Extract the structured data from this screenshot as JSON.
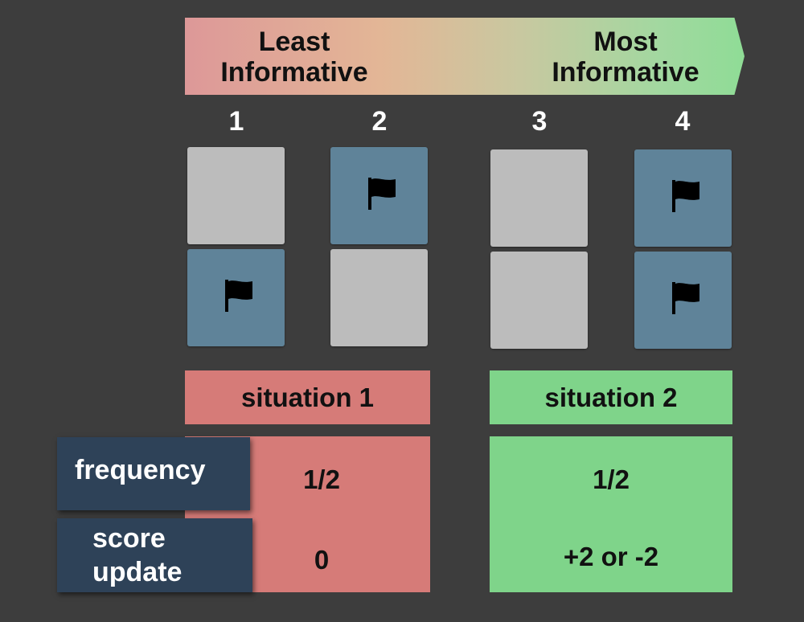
{
  "banner": {
    "left_label": "Least\nInformative",
    "right_label": "Most\nInformative"
  },
  "columns": [
    {
      "number": "1",
      "tiles": [
        "empty",
        "flag"
      ]
    },
    {
      "number": "2",
      "tiles": [
        "flag",
        "empty"
      ]
    },
    {
      "number": "3",
      "tiles": [
        "empty",
        "empty"
      ]
    },
    {
      "number": "4",
      "tiles": [
        "flag",
        "flag"
      ]
    }
  ],
  "situations": [
    {
      "title": "situation 1",
      "frequency": "1/2",
      "score_update": "0",
      "color": "#d67b78"
    },
    {
      "title": "situation 2",
      "frequency": "1/2",
      "score_update": "+2 or -2",
      "color": "#7fd48a"
    }
  ],
  "rows": {
    "frequency_label": "frequency",
    "score_update_label": "score\nupdate"
  },
  "colors": {
    "background": "#3d3d3d",
    "tile_empty": "#bcbcbc",
    "tile_flag": "#5f8399",
    "label_bg": "#2e4258"
  }
}
